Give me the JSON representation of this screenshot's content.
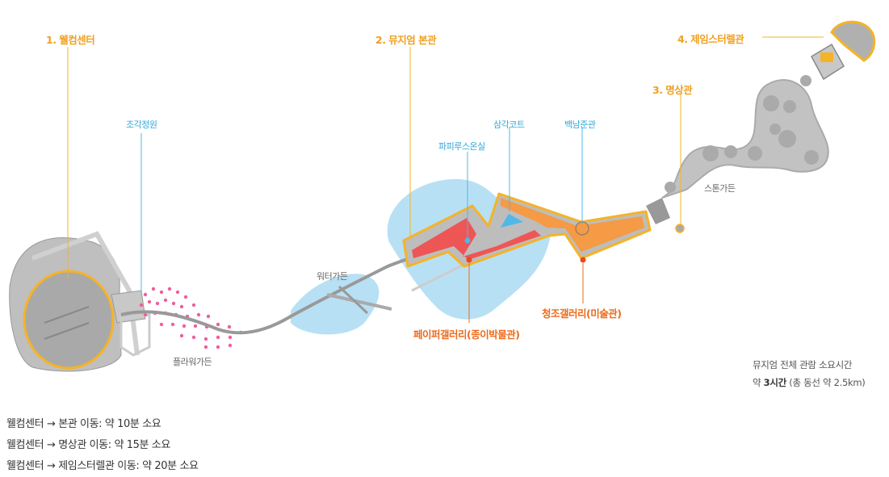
{
  "buildings": {
    "welcome": "1. 웰컴센터",
    "main": "2. 뮤지엄 본관",
    "meditation": "3. 명상관",
    "james_turrell": "4. 제임스터렐관"
  },
  "areas": {
    "sculpture_garden": "조각정원",
    "flower_garden": "플라워가든",
    "water_garden": "워터가든",
    "stone_garden": "스톤가든",
    "papyrus_room": "파피루스온실",
    "triangle_court": "삼각코트",
    "paik_namjune_hall": "백남준관"
  },
  "galleries": {
    "paper": "페이퍼갤러리(종이박물관)",
    "cheongjo": "청조갤러리(미술관)"
  },
  "time_note": {
    "line1": "뮤지엄 전체 관람 소요시간",
    "line2_prefix": "약 ",
    "line2_hours": "3시간",
    "line2_suffix": " (총 동선 약 2.5km)"
  },
  "routes": [
    "웰컴센터 → 본관 이동: 약 10분 소요",
    "웰컴센터 → 명상관 이동: 약 15분 소요",
    "웰컴센터 → 제임스터렐관 이동: 약 20분 소요"
  ],
  "colors": {
    "building_label": "#f0a020",
    "area_label": "#2fa8d8",
    "gallery_label": "#ee6a1a",
    "water": "#b8e0f4",
    "flowers": "#ef5f9f",
    "building_grey": "#b7b7b7",
    "outline": "#f5b327",
    "paper_gallery": "#ee5656",
    "cheongjo_gallery": "#f59a45"
  }
}
